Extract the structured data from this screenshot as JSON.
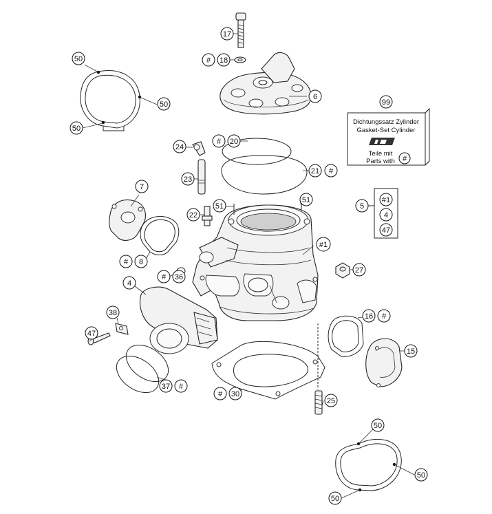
{
  "callouts": {
    "c17": "17",
    "c18": "18",
    "c6": "6",
    "c20": "20",
    "c21": "21",
    "c24": "24",
    "c23": "23",
    "c22": "22",
    "c51a": "51",
    "c51b": "51",
    "c7": "7",
    "c8": "8",
    "c36": "36",
    "c4": "4",
    "c1": "#1",
    "c27": "27",
    "c38": "38",
    "c47": "47",
    "c16": "16",
    "c15": "15",
    "c37": "37",
    "c30": "30",
    "c25": "25",
    "c50a": "50",
    "c50b": "50",
    "c50c": "50",
    "c50d": "50",
    "c50e": "50",
    "c50f": "50",
    "c99": "99",
    "c5": "5"
  },
  "hash": "#",
  "gasket_set": {
    "line1": "Dichtungssatz Zylinder",
    "line2": "Gasket-Set Cylinder",
    "line3": "Teile mit",
    "line4": "Parts with",
    "marker": "#"
  },
  "set_5": {
    "items": [
      "#1",
      "4",
      "47"
    ]
  }
}
